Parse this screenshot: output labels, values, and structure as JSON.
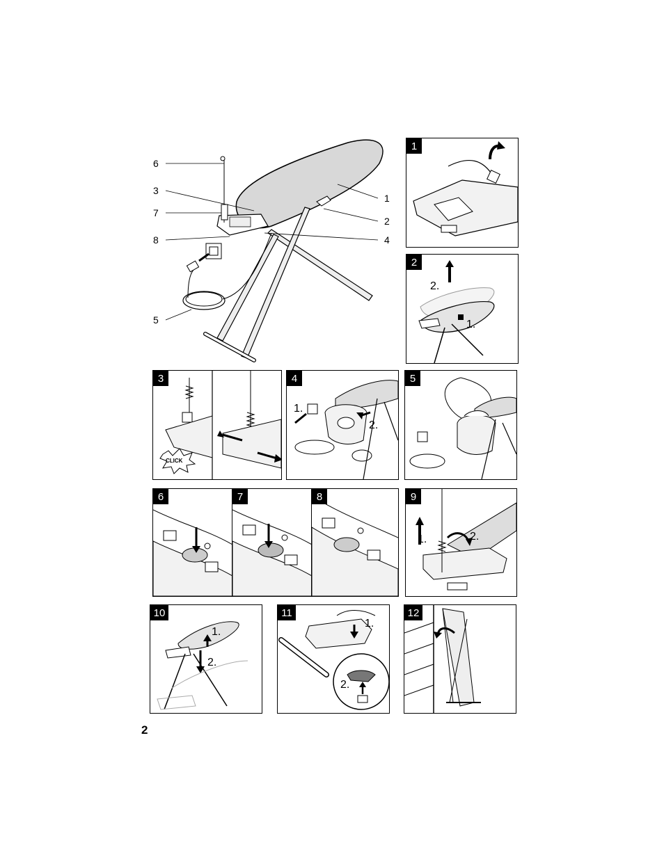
{
  "overview": {
    "callouts": [
      "1",
      "2",
      "3",
      "4",
      "5",
      "6",
      "7",
      "8"
    ]
  },
  "panels": [
    {
      "number": "1"
    },
    {
      "number": "2",
      "steps": [
        "1.",
        "2."
      ]
    },
    {
      "number": "3",
      "sound_text": "CLICK"
    },
    {
      "number": "4",
      "steps": [
        "1.",
        "2."
      ]
    },
    {
      "number": "5"
    },
    {
      "number": "6"
    },
    {
      "number": "7"
    },
    {
      "number": "8"
    },
    {
      "number": "9",
      "steps": [
        "1.",
        "2."
      ]
    },
    {
      "number": "10",
      "steps": [
        "1.",
        "2."
      ]
    },
    {
      "number": "11",
      "steps": [
        "1.",
        "2."
      ]
    },
    {
      "number": "12"
    }
  ],
  "page_number": "2"
}
